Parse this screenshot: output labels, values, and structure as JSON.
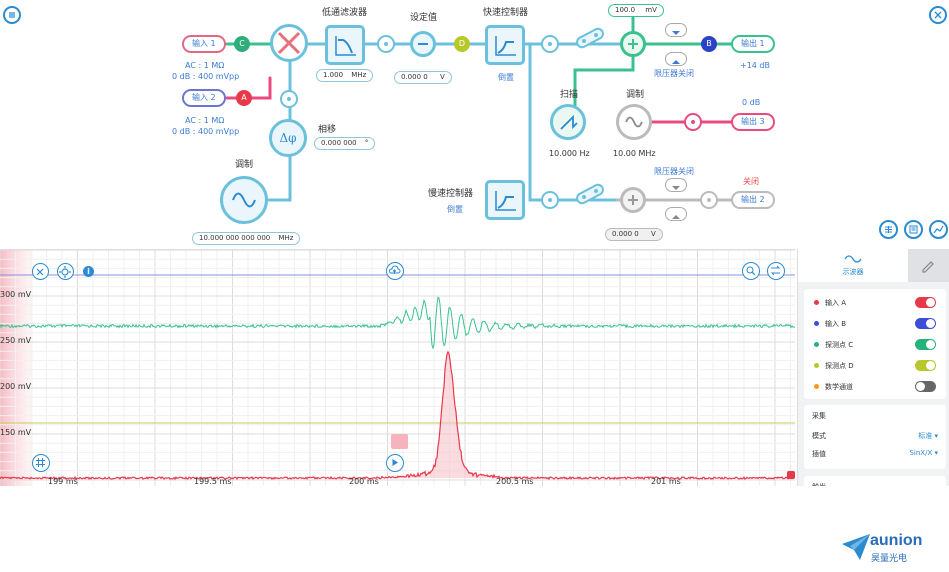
{
  "diagram": {
    "input1": "输入 1",
    "input2": "输入 2",
    "input1_desc1": "AC : 1 MΩ",
    "input1_desc2": "0 dB : 400 mVpp",
    "input2_desc1": "AC : 1 MΩ",
    "input2_desc2": "0 dB : 400 mVpp",
    "lowpass_title": "低通滤波器",
    "lowpass_value": "1.000",
    "lowpass_unit": "MHz",
    "setpoint_title": "设定值",
    "setpoint_value": "0.000 0",
    "setpoint_unit": "V",
    "fast_ctrl_title": "快速控制器",
    "fast_ctrl_sub": "倒置",
    "slow_ctrl_title": "慢速控制器",
    "slow_ctrl_sub": "倒置",
    "phase_title": "相移",
    "phase_value": "0.000 000",
    "phase_unit": "°",
    "mod_left_title": "调制",
    "mod_left_value": "10.000 000 000 000",
    "mod_left_unit": "MHz",
    "scan_title": "扫描",
    "scan_freq": "10.000 Hz",
    "mod_right_title": "调制",
    "mod_right_freq": "10.00 MHz",
    "top_value": "100.0",
    "top_unit": "mV",
    "limiter1": "限压器关闭",
    "limiter2": "限压器关闭",
    "out1": "输出 1",
    "out1_gain": "+14 dB",
    "out3": "输出 3",
    "out3_gain": "0 dB",
    "out2": "输出 2",
    "out2_state": "关闭",
    "bottom_value": "0.000 0",
    "bottom_unit": "V",
    "node_a": "A",
    "node_b": "B",
    "node_c": "C",
    "node_d": "D"
  },
  "scope": {
    "y_labels": [
      "300 mV",
      "250 mV",
      "200 mV",
      "150 mV"
    ],
    "x_labels": [
      "199 ms",
      "199.5 ms",
      "200 ms",
      "200.5 ms",
      "201 ms"
    ]
  },
  "panel": {
    "tab_scope": "示波器",
    "channels": [
      {
        "label": "输入 A",
        "color": "#e8394a",
        "on": true
      },
      {
        "label": "输入 B",
        "color": "#3a4fd6",
        "on": true
      },
      {
        "label": "探测点 C",
        "color": "#25b37c",
        "on": true
      },
      {
        "label": "探测点 D",
        "color": "#b8c72a",
        "on": true
      },
      {
        "label": "数学通道",
        "color": "#f39a1e",
        "on": false
      }
    ],
    "acq_title": "采集",
    "mode_label": "模式",
    "mode_value": "标准",
    "interp_label": "插值",
    "interp_value": "SinX/X",
    "next_title": "触发"
  },
  "brand": {
    "name": "aunion",
    "sub": "昊量光电"
  }
}
